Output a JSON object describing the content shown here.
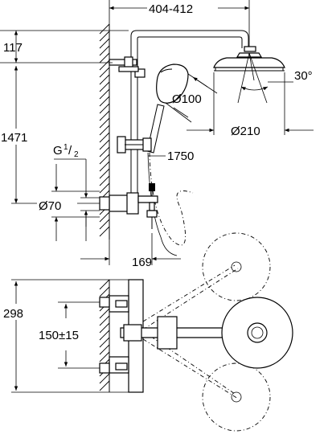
{
  "dimensions": {
    "width_range": "404-412",
    "top_offset": "117",
    "total_height": "1471",
    "thread": "G",
    "thread_num": "1",
    "thread_den": "2",
    "escutcheon_diameter": "Ø70",
    "handshower_diameter": "Ø100",
    "slider_height": "1750",
    "headshower_diameter": "Ø210",
    "spray_angle": "30°",
    "spout_projection": "169",
    "mixer_height": "298",
    "connection_spacing": "150±15"
  },
  "colors": {
    "line": "#000000",
    "background": "#ffffff"
  }
}
